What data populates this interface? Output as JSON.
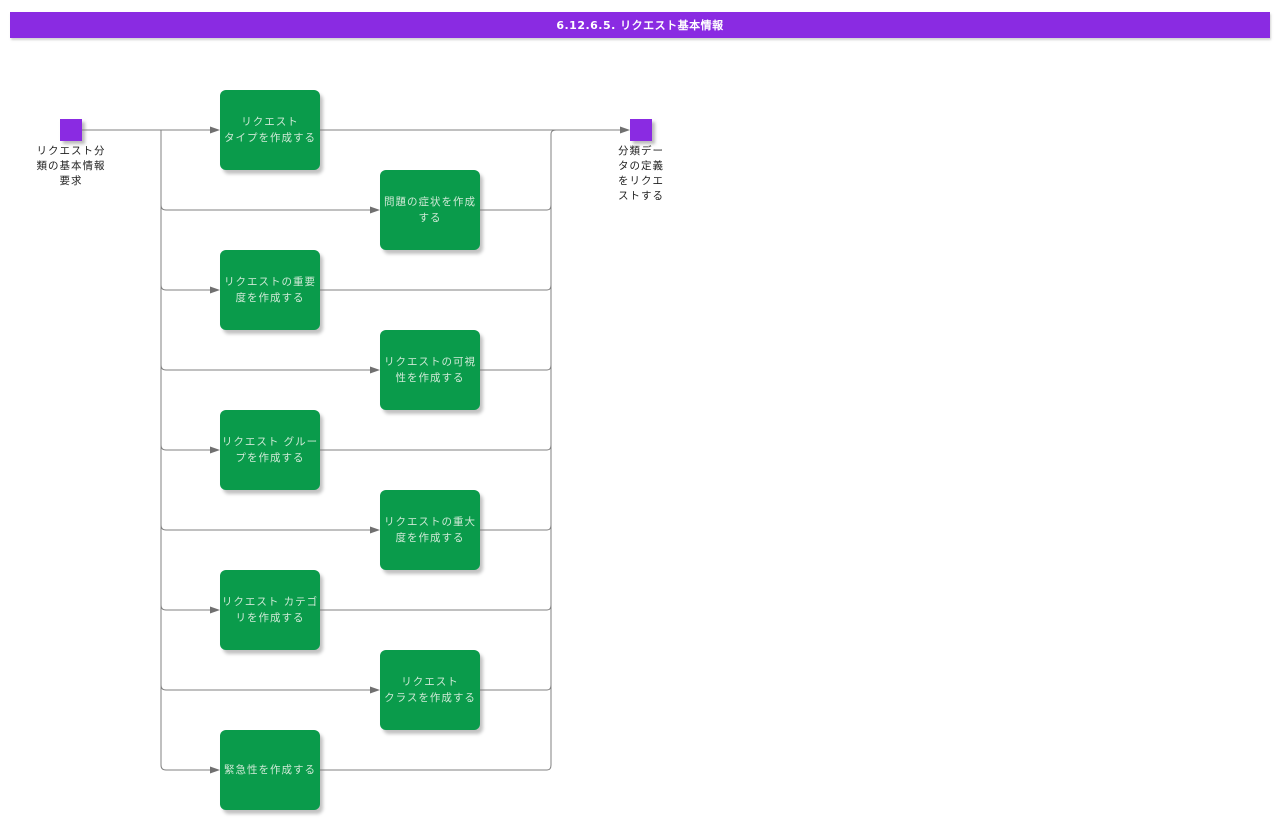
{
  "title_bar": {
    "label": "6.12.6.5. リクエスト基本情報"
  },
  "colors": {
    "title_bg": "#8A2BE2",
    "title_text": "#FFFFFF",
    "event_fill": "#8A2BE2",
    "task_fill": "#0A9B4B",
    "task_text": "#CFE9D6",
    "connector": "#808080",
    "label_text": "#222222"
  },
  "start_node": {
    "label": "リクエスト分\n類の基本情報\n要求"
  },
  "end_node": {
    "label": "分類デー\nタの定義\nをリクエ\nストする"
  },
  "tasks": [
    {
      "label": "リクエスト\nタイプを作成する"
    },
    {
      "label": "問題の症状を作成\nする"
    },
    {
      "label": "リクエストの重要\n度を作成する"
    },
    {
      "label": "リクエストの可視\n性を作成する"
    },
    {
      "label": "リクエスト グルー\nプを作成する"
    },
    {
      "label": "リクエストの重大\n度を作成する"
    },
    {
      "label": "リクエスト カテゴ\nリを作成する"
    },
    {
      "label": "リクエスト\nクラスを作成する"
    },
    {
      "label": "緊急性を作成する"
    }
  ]
}
